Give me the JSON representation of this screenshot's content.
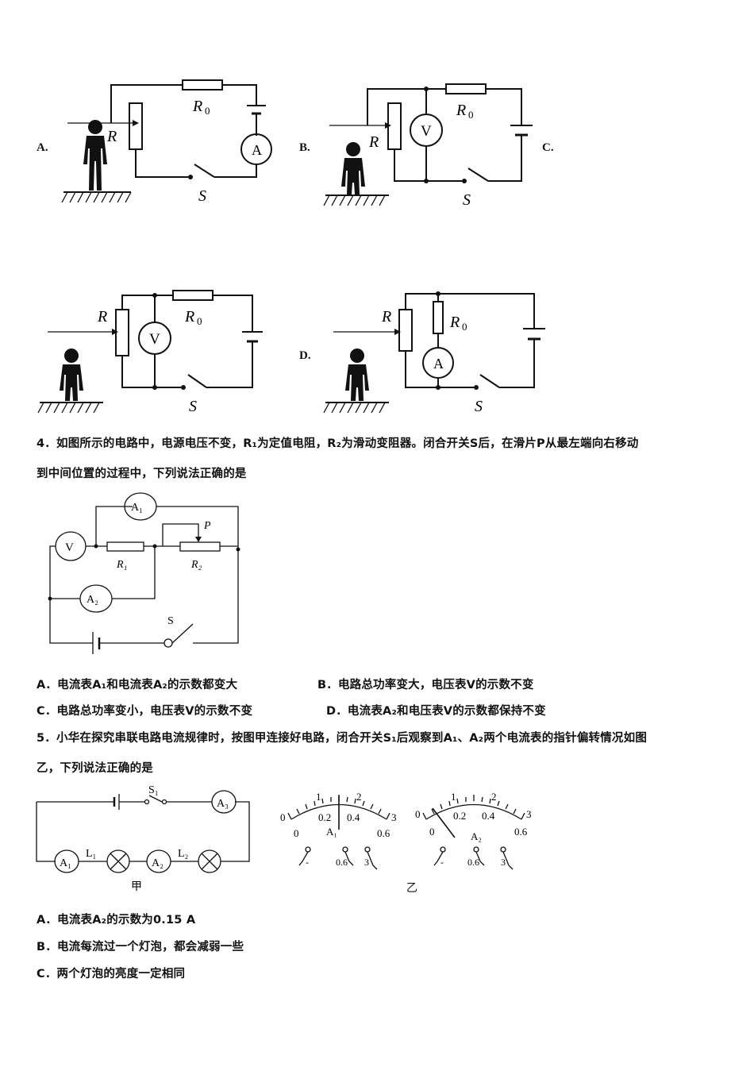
{
  "option_labels_top": {
    "a": "A.",
    "b": "B.",
    "c": "C.",
    "d": "D."
  },
  "circuit_labels": {
    "r": "R",
    "r0": "R",
    "r0_sub": "0",
    "s": "S",
    "ammeter": "A",
    "voltmeter": "V"
  },
  "question4": {
    "line1": "4．如图所示的电路中，电源电压不变，R₁为定值电阻，R₂为滑动变阻器。闭合开关S后，在滑片P从最左端向右移动",
    "line2": "到中间位置的过程中，下列说法正确的是",
    "figure_labels": {
      "a1": "A₁",
      "a2": "A₂",
      "v": "V",
      "r1": "R₁",
      "r2": "R₂",
      "p": "P",
      "s": "S"
    },
    "options": {
      "a": "A．电流表A₁和电流表A₂的示数都变大",
      "b": "B．电路总功率变大，电压表V的示数不变",
      "c": "C．电路总功率变小，电压表V的示数不变",
      "d": "D．电流表A₂和电压表V的示数都保持不变"
    }
  },
  "question5": {
    "line1": "5．小华在探究串联电路电流规律时，按图甲连接好电路，闭合开关S₁后观察到A₁、A₂两个电流表的指针偏转情况如图",
    "line2": "乙，下列说法正确的是",
    "figure_labels": {
      "s1": "S₁",
      "a1": "A₁",
      "a2": "A₂",
      "a3": "A₃",
      "l1": "L₁",
      "l2": "L₂",
      "jia": "甲",
      "yi": "乙",
      "scale_upper": [
        "0",
        "1",
        "2",
        "3"
      ],
      "scale_lower": [
        "0",
        "0.2",
        "0.4",
        "0.6"
      ],
      "meter1_name": "A₁",
      "meter2_name": "A₂",
      "terminals": [
        "-",
        "0.6",
        "3"
      ]
    },
    "options": {
      "a": "A．电流表A₂的示数为0.15 A",
      "b": "B．电流每流过一个灯泡，都会减弱一些",
      "c": "C．两个灯泡的亮度一定相同"
    }
  }
}
